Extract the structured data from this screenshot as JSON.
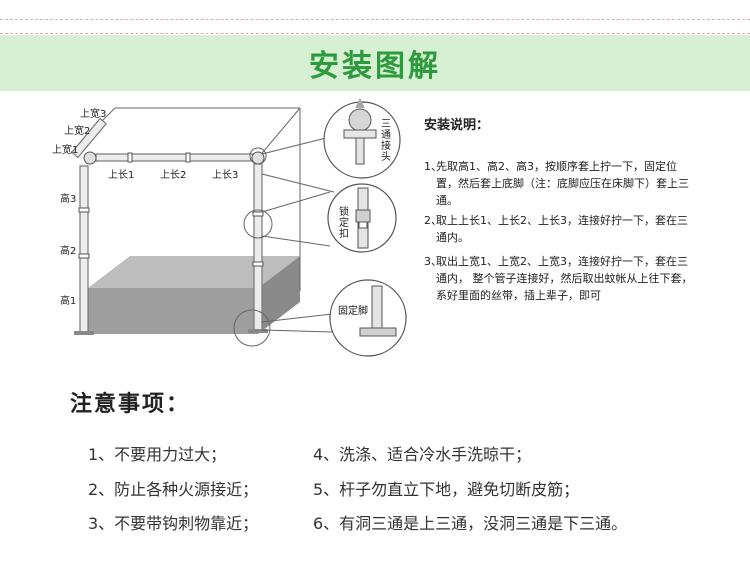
{
  "header": {
    "title": "安装图解"
  },
  "diagram": {
    "labels": {
      "width3": "上宽3",
      "width2": "上宽2",
      "width1": "上宽1",
      "long1": "上长1",
      "long2": "上长2",
      "long3": "上长3",
      "height3": "高3",
      "height2": "高2",
      "height1": "高1"
    },
    "callouts": {
      "tee": "三通接头",
      "lock": "锁定扣",
      "foot": "固定脚"
    }
  },
  "instructions": {
    "title": "安装说明：",
    "steps": [
      {
        "num": "1、",
        "text": "先取高1、高2、高3，按顺序套上拧一下，固定位置，然后套上底脚（注：底脚应压在床脚下）套上三通。"
      },
      {
        "num": "2、",
        "text": "取上上长1、上长2、上长3，连接好拧一下，套在三通内。"
      },
      {
        "num": "3、",
        "text": "取出上宽1、上宽2、上宽3，连接好拧一下，套在三通内，  整个管子连接好，然后取出蚊帐从上往下套，系好里面的丝带，插上辈子，即可"
      }
    ]
  },
  "notes": {
    "title": "注意事项：",
    "items": [
      "1、不要用力过大；",
      "2、防止各种火源接近；",
      "3、不要带钩刺物靠近；",
      "4、洗涤、适合冷水手洗晾干；",
      "5、杆子勿直立下地，避免切断皮筋；",
      "6、有洞三通是上三通，没洞三通是下三通。"
    ]
  }
}
